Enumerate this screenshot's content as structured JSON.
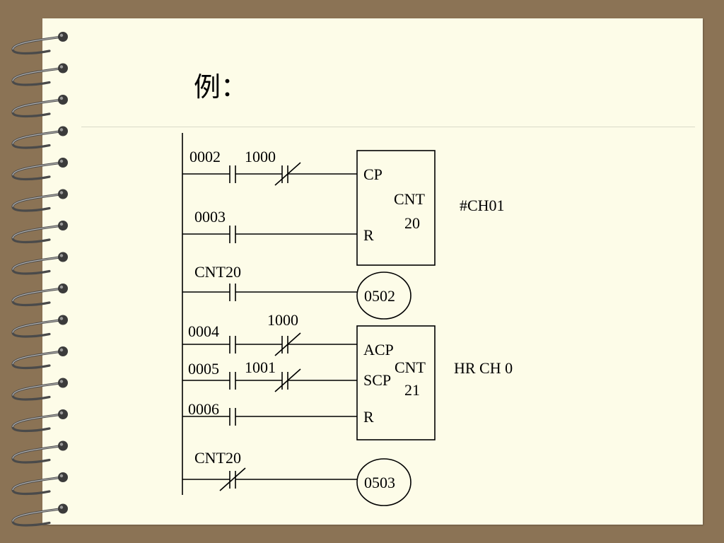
{
  "title": "例：",
  "diagram": {
    "rung1": {
      "contact_a": "0002",
      "contact_b": "1000",
      "reset_contact": "0003",
      "block_in_cp": "CP",
      "block_in_r": "R",
      "block_name": "CNT",
      "block_number": "20",
      "side_note": "#CH01"
    },
    "rung2": {
      "contact": "CNT20",
      "output": "0502"
    },
    "rung3": {
      "contact_acp": "0004",
      "contact_acp_b": "1000",
      "contact_scp": "0005",
      "contact_scp_b": "1001",
      "reset_contact": "0006",
      "block_in_acp": "ACP",
      "block_in_scp": "SCP",
      "block_in_r": "R",
      "block_name": "CNT",
      "block_number": "21",
      "side_note": "HR CH 0"
    },
    "rung4": {
      "contact": "CNT20",
      "output": "0503"
    }
  }
}
